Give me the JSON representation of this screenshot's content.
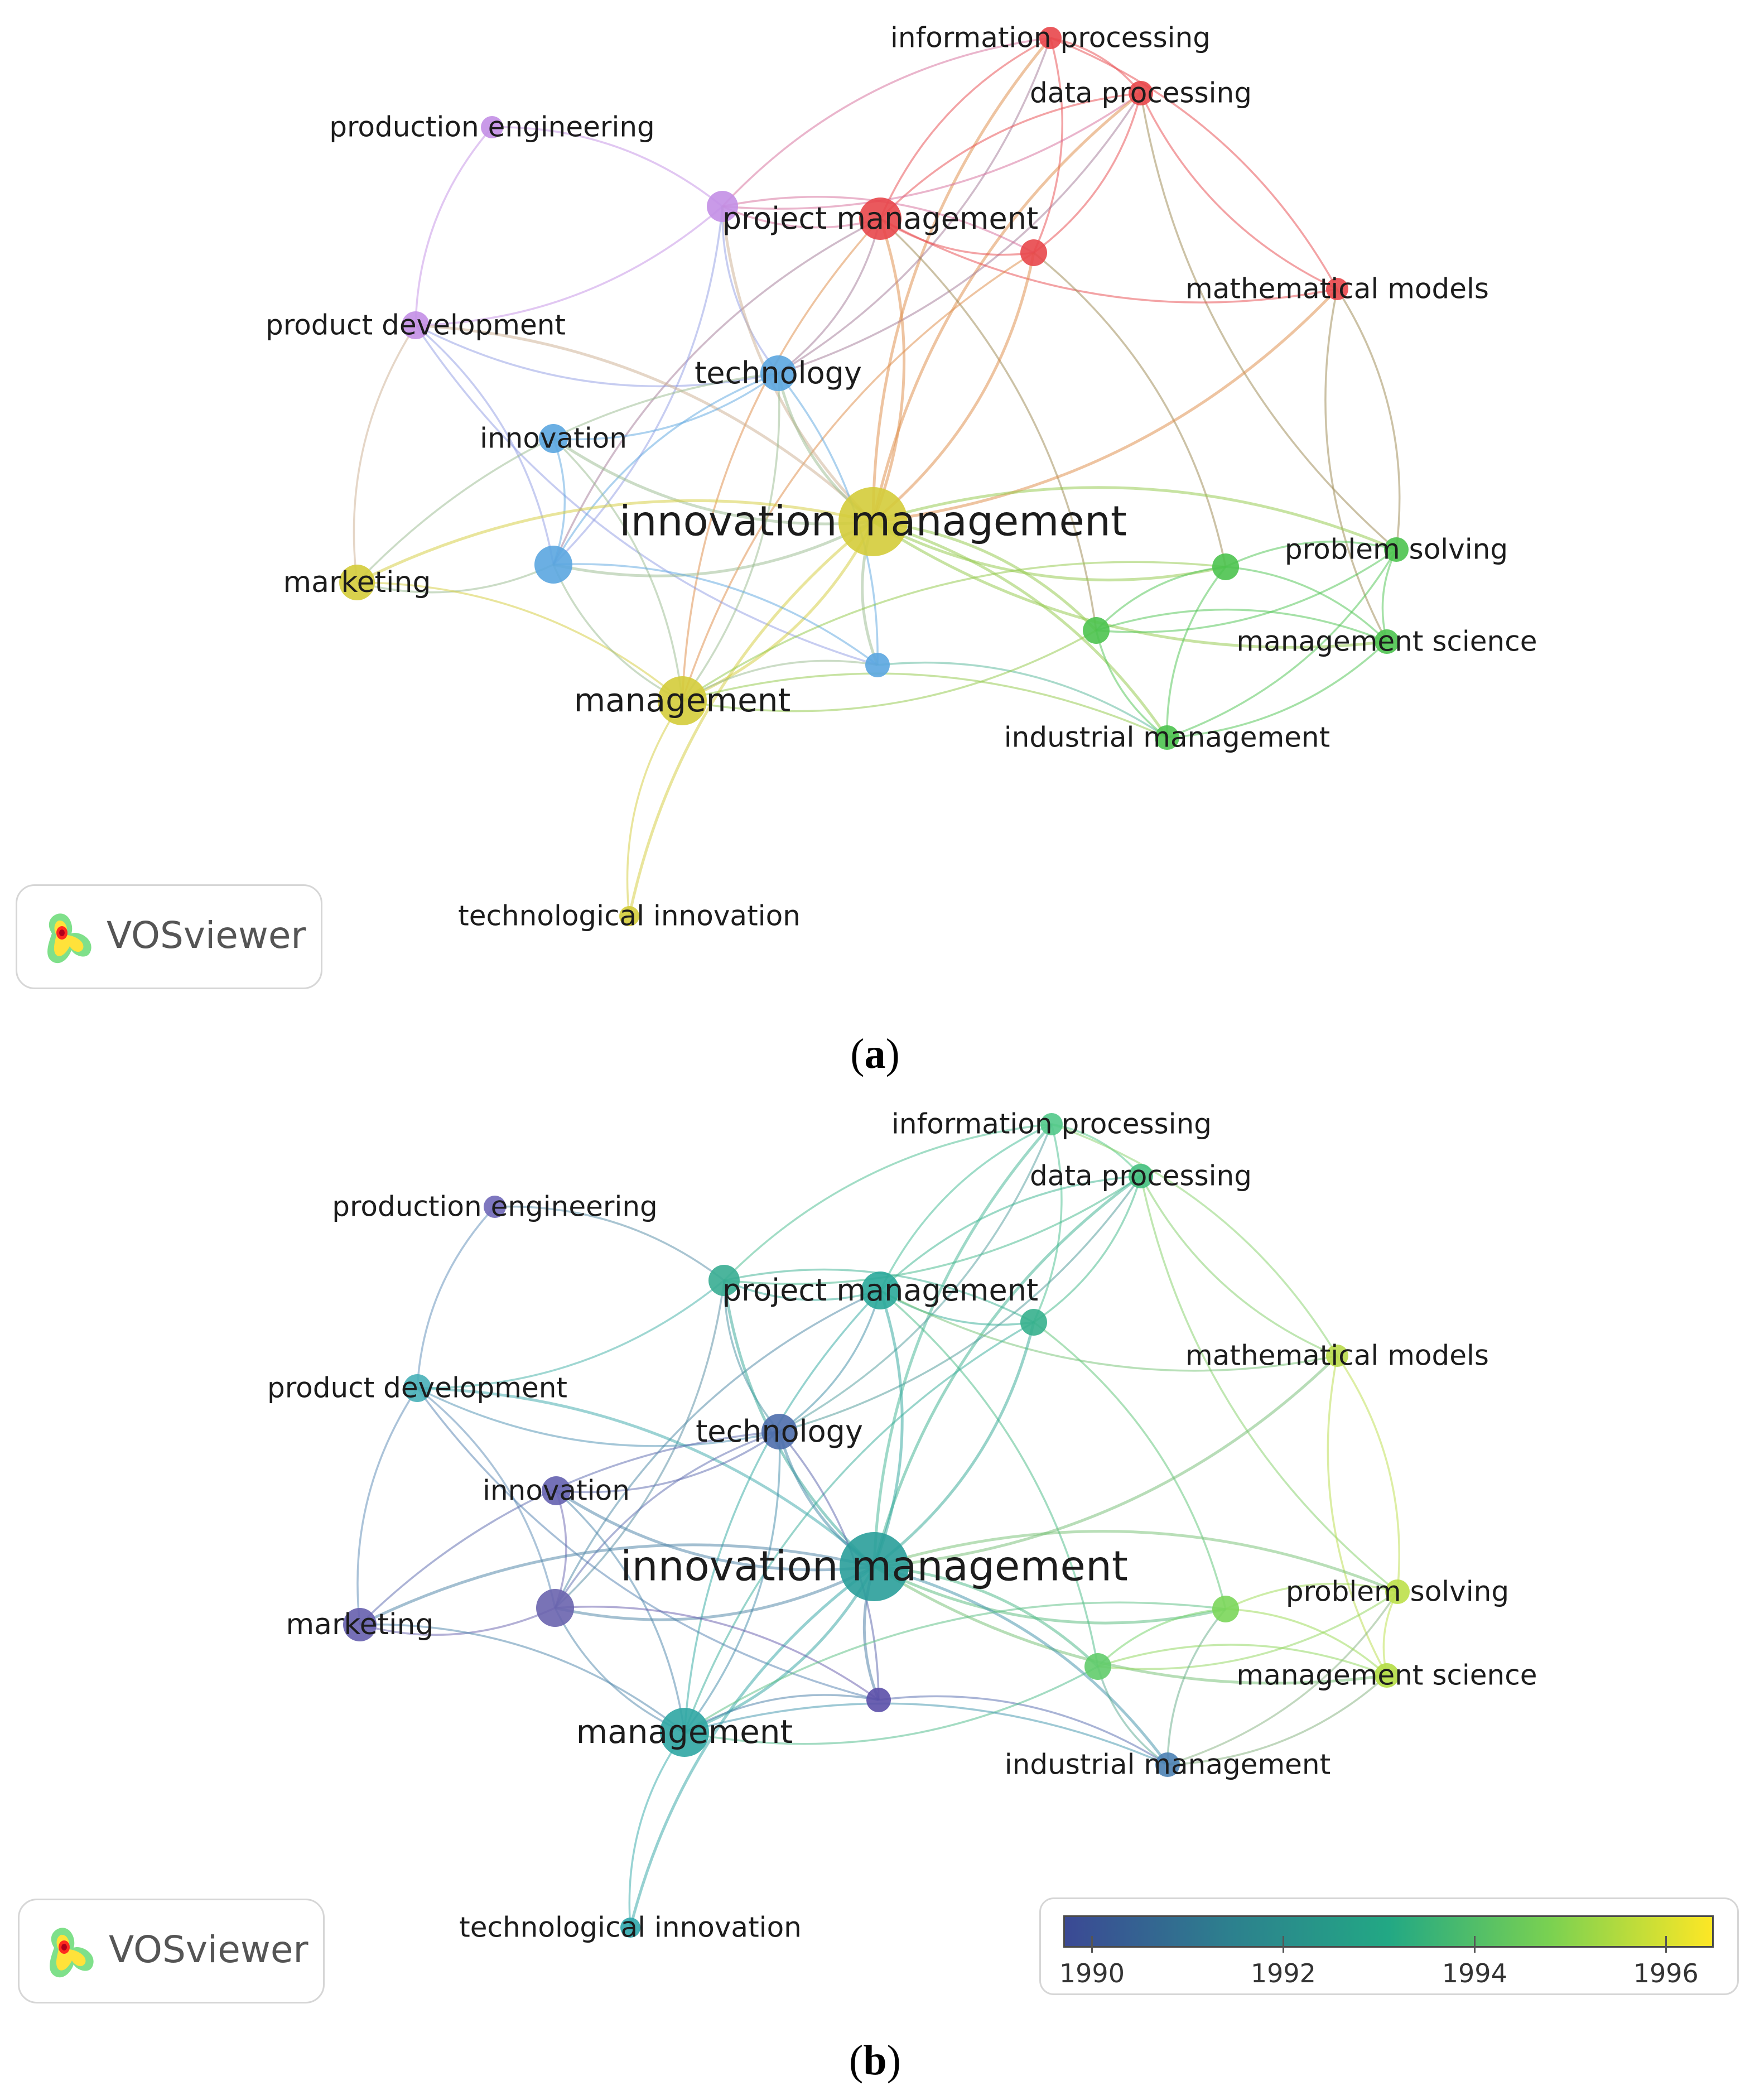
{
  "panels": [
    {
      "id": "a",
      "caption_letter": "a",
      "nodes": [
        {
          "id": "information-processing",
          "label": "information processing",
          "color": "#e8474b",
          "size": 20
        },
        {
          "id": "data-processing",
          "label": "data processing",
          "color": "#e8474b",
          "size": 22
        },
        {
          "id": "production-engineering",
          "label": "production engineering",
          "color": "#c38fe6",
          "size": 20
        },
        {
          "id": "project-management",
          "label": "project management",
          "color": "#e8474b",
          "size": 38
        },
        {
          "id": "red-unlabeled",
          "label": "",
          "color": "#e8474b",
          "size": 24
        },
        {
          "id": "purple-unlabeled",
          "label": "",
          "color": "#c38fe6",
          "size": 28
        },
        {
          "id": "mathematical-models",
          "label": "mathematical models",
          "color": "#e8474b",
          "size": 20
        },
        {
          "id": "product-development",
          "label": "product development",
          "color": "#c38fe6",
          "size": 25
        },
        {
          "id": "technology",
          "label": "technology",
          "color": "#5ba6e0",
          "size": 32
        },
        {
          "id": "innovation",
          "label": "innovation",
          "color": "#5ba6e0",
          "size": 26
        },
        {
          "id": "innovation-management",
          "label": "innovation management",
          "color": "#d4cc3a",
          "size": 62
        },
        {
          "id": "marketing",
          "label": "marketing",
          "color": "#d4cc3a",
          "size": 32
        },
        {
          "id": "blue-unlabeled-large",
          "label": "",
          "color": "#5ba6e0",
          "size": 34
        },
        {
          "id": "blue-unlabeled-small",
          "label": "",
          "color": "#5ba6e0",
          "size": 22
        },
        {
          "id": "management",
          "label": "management",
          "color": "#d4cc3a",
          "size": 44
        },
        {
          "id": "technological-innovation",
          "label": "technological innovation",
          "color": "#d4cc3a",
          "size": 18
        },
        {
          "id": "problem-solving",
          "label": "problem solving",
          "color": "#4cc34f",
          "size": 22
        },
        {
          "id": "green-unlabeled-1",
          "label": "",
          "color": "#4cc34f",
          "size": 24
        },
        {
          "id": "green-unlabeled-2",
          "label": "",
          "color": "#4cc34f",
          "size": 24
        },
        {
          "id": "management-science",
          "label": "management science",
          "color": "#4cc34f",
          "size": 22
        },
        {
          "id": "industrial-management",
          "label": "industrial management",
          "color": "#4cc34f",
          "size": 22
        }
      ],
      "badge_text": "VOSviewer"
    },
    {
      "id": "b",
      "caption_letter": "b",
      "nodes": [
        {
          "id": "information-processing",
          "label": "information processing",
          "color": "#52c98a",
          "size": 20
        },
        {
          "id": "data-processing",
          "label": "data processing",
          "color": "#45c080",
          "size": 22
        },
        {
          "id": "production-engineering",
          "label": "production engineering",
          "color": "#7068b8",
          "size": 20
        },
        {
          "id": "project-management",
          "label": "project management",
          "color": "#2aa89a",
          "size": 34
        },
        {
          "id": "red-unlabeled",
          "label": "",
          "color": "#36b08d",
          "size": 24
        },
        {
          "id": "purple-unlabeled",
          "label": "",
          "color": "#38ad92",
          "size": 28
        },
        {
          "id": "mathematical-models",
          "label": "mathematical models",
          "color": "#b9d94a",
          "size": 20
        },
        {
          "id": "product-development",
          "label": "product development",
          "color": "#48b0b8",
          "size": 25
        },
        {
          "id": "technology",
          "label": "technology",
          "color": "#4e6eac",
          "size": 32
        },
        {
          "id": "innovation",
          "label": "innovation",
          "color": "#6562b0",
          "size": 26
        },
        {
          "id": "innovation-management",
          "label": "innovation management",
          "color": "#2a9e9a",
          "size": 62
        },
        {
          "id": "marketing",
          "label": "marketing",
          "color": "#665fae",
          "size": 30
        },
        {
          "id": "blue-unlabeled-large",
          "label": "",
          "color": "#6a64ae",
          "size": 34
        },
        {
          "id": "blue-unlabeled-small",
          "label": "",
          "color": "#5b4fa8",
          "size": 22
        },
        {
          "id": "management",
          "label": "management",
          "color": "#2fa6a3",
          "size": 44
        },
        {
          "id": "technological-innovation",
          "label": "technological innovation",
          "color": "#2fa7ac",
          "size": 18
        },
        {
          "id": "problem-solving",
          "label": "problem solving",
          "color": "#bde04a",
          "size": 22
        },
        {
          "id": "green-unlabeled-1",
          "label": "",
          "color": "#7bd65a",
          "size": 24
        },
        {
          "id": "green-unlabeled-2",
          "label": "",
          "color": "#62cc6c",
          "size": 24
        },
        {
          "id": "management-science",
          "label": "management science",
          "color": "#b4dd44",
          "size": 22
        },
        {
          "id": "industrial-management",
          "label": "industrial management",
          "color": "#4d82b4",
          "size": 22
        }
      ],
      "badge_text": "VOSviewer",
      "color_scale": {
        "min": 1989.7,
        "max": 1996.5,
        "ticks": [
          "1990",
          "1992",
          "1994",
          "1996"
        ],
        "colors": [
          "#3b4994",
          "#2d7f8e",
          "#22a884",
          "#7ad151",
          "#fde725"
        ]
      }
    }
  ],
  "edges": [
    [
      "information-processing",
      "data-processing"
    ],
    [
      "information-processing",
      "project-management"
    ],
    [
      "information-processing",
      "red-unlabeled"
    ],
    [
      "information-processing",
      "purple-unlabeled"
    ],
    [
      "information-processing",
      "mathematical-models"
    ],
    [
      "information-processing",
      "innovation-management"
    ],
    [
      "information-processing",
      "technology"
    ],
    [
      "data-processing",
      "project-management"
    ],
    [
      "data-processing",
      "red-unlabeled"
    ],
    [
      "data-processing",
      "mathematical-models"
    ],
    [
      "data-processing",
      "purple-unlabeled"
    ],
    [
      "data-processing",
      "innovation-management"
    ],
    [
      "data-processing",
      "technology"
    ],
    [
      "data-processing",
      "problem-solving"
    ],
    [
      "production-engineering",
      "purple-unlabeled"
    ],
    [
      "production-engineering",
      "product-development"
    ],
    [
      "project-management",
      "purple-unlabeled"
    ],
    [
      "project-management",
      "red-unlabeled"
    ],
    [
      "project-management",
      "innovation-management"
    ],
    [
      "project-management",
      "management"
    ],
    [
      "project-management",
      "technology"
    ],
    [
      "project-management",
      "mathematical-models"
    ],
    [
      "project-management",
      "green-unlabeled-2"
    ],
    [
      "project-management",
      "blue-unlabeled-large"
    ],
    [
      "red-unlabeled",
      "innovation-management"
    ],
    [
      "red-unlabeled",
      "management"
    ],
    [
      "red-unlabeled",
      "green-unlabeled-1"
    ],
    [
      "red-unlabeled",
      "purple-unlabeled"
    ],
    [
      "purple-unlabeled",
      "product-development"
    ],
    [
      "purple-unlabeled",
      "technology"
    ],
    [
      "purple-unlabeled",
      "blue-unlabeled-large"
    ],
    [
      "purple-unlabeled",
      "innovation-management"
    ],
    [
      "mathematical-models",
      "problem-solving"
    ],
    [
      "mathematical-models",
      "management-science"
    ],
    [
      "mathematical-models",
      "innovation-management"
    ],
    [
      "product-development",
      "marketing"
    ],
    [
      "product-development",
      "blue-unlabeled-large"
    ],
    [
      "product-development",
      "technology"
    ],
    [
      "product-development",
      "innovation-management"
    ],
    [
      "product-development",
      "blue-unlabeled-small"
    ],
    [
      "technology",
      "innovation"
    ],
    [
      "technology",
      "innovation-management"
    ],
    [
      "technology",
      "management"
    ],
    [
      "technology",
      "blue-unlabeled-large"
    ],
    [
      "technology",
      "blue-unlabeled-small"
    ],
    [
      "technology",
      "marketing"
    ],
    [
      "innovation",
      "blue-unlabeled-large"
    ],
    [
      "innovation",
      "innovation-management"
    ],
    [
      "innovation",
      "management"
    ],
    [
      "innovation-management",
      "marketing"
    ],
    [
      "innovation-management",
      "blue-unlabeled-large"
    ],
    [
      "innovation-management",
      "blue-unlabeled-small"
    ],
    [
      "innovation-management",
      "management"
    ],
    [
      "innovation-management",
      "technological-innovation"
    ],
    [
      "innovation-management",
      "problem-solving"
    ],
    [
      "innovation-management",
      "green-unlabeled-1"
    ],
    [
      "innovation-management",
      "green-unlabeled-2"
    ],
    [
      "innovation-management",
      "management-science"
    ],
    [
      "innovation-management",
      "industrial-management"
    ],
    [
      "marketing",
      "blue-unlabeled-large"
    ],
    [
      "marketing",
      "management"
    ],
    [
      "blue-unlabeled-large",
      "management"
    ],
    [
      "blue-unlabeled-large",
      "blue-unlabeled-small"
    ],
    [
      "blue-unlabeled-small",
      "management"
    ],
    [
      "blue-unlabeled-small",
      "industrial-management"
    ],
    [
      "management",
      "technological-innovation"
    ],
    [
      "management",
      "green-unlabeled-1"
    ],
    [
      "management",
      "green-unlabeled-2"
    ],
    [
      "management",
      "industrial-management"
    ],
    [
      "problem-solving",
      "green-unlabeled-1"
    ],
    [
      "problem-solving",
      "green-unlabeled-2"
    ],
    [
      "problem-solving",
      "management-science"
    ],
    [
      "problem-solving",
      "industrial-management"
    ],
    [
      "green-unlabeled-1",
      "green-unlabeled-2"
    ],
    [
      "green-unlabeled-1",
      "management-science"
    ],
    [
      "green-unlabeled-1",
      "industrial-management"
    ],
    [
      "green-unlabeled-2",
      "management-science"
    ],
    [
      "green-unlabeled-2",
      "industrial-management"
    ],
    [
      "management-science",
      "industrial-management"
    ]
  ]
}
